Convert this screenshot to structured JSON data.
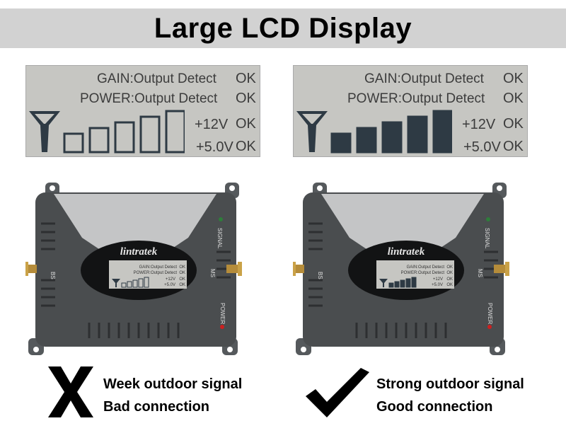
{
  "header": {
    "title": "Large LCD Display"
  },
  "panels": [
    {
      "id": "weak",
      "lcd": {
        "gain_label": "GAIN:Output Detect",
        "gain_status": "OK",
        "power_label": "POWER:Output Detect",
        "power_status": "OK",
        "v12_label": "+12V",
        "v12_status": "OK",
        "v5_label": "+5.0V",
        "v5_status": "OK",
        "signal_bars_filled": 0,
        "signal_bars_total": 5
      },
      "device": {
        "brand": "lintratek",
        "side_label_left": "MS",
        "side_label_right": "BS",
        "signal_label": "SIGNAL",
        "power_label": "POWER"
      },
      "caption": {
        "line1": "Week outdoor signal",
        "line2": "Bad connection",
        "mark": "cross-mark-icon"
      }
    },
    {
      "id": "strong",
      "lcd": {
        "gain_label": "GAIN:Output Detect",
        "gain_status": "OK",
        "power_label": "POWER:Output Detect",
        "power_status": "OK",
        "v12_label": "+12V",
        "v12_status": "OK",
        "v5_label": "+5.0V",
        "v5_status": "OK",
        "signal_bars_filled": 5,
        "signal_bars_total": 5
      },
      "device": {
        "brand": "lintratek",
        "side_label_left": "MS",
        "side_label_right": "BS",
        "signal_label": "SIGNAL",
        "power_label": "POWER"
      },
      "caption": {
        "line1": "Strong outdoor signal",
        "line2": "Good connection",
        "mark": "check-mark-icon"
      }
    }
  ],
  "colors": {
    "banner": "#d2d2d2",
    "lcd_bg": "#c6c6c2",
    "lcd_ink": "#2e3a44",
    "device_body": "#4a4d4f",
    "power_led": "#cc1f1f"
  }
}
